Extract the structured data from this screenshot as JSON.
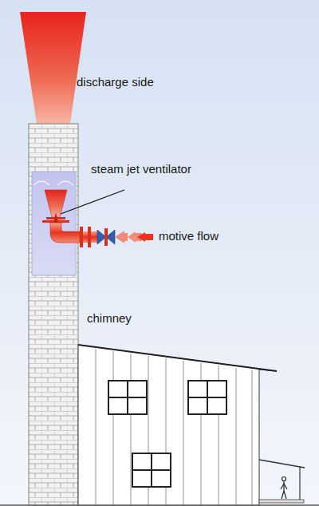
{
  "diagram": {
    "labels": [
      "discharge side",
      "steam jet ventilator",
      "motive flow",
      "chimney"
    ]
  }
}
